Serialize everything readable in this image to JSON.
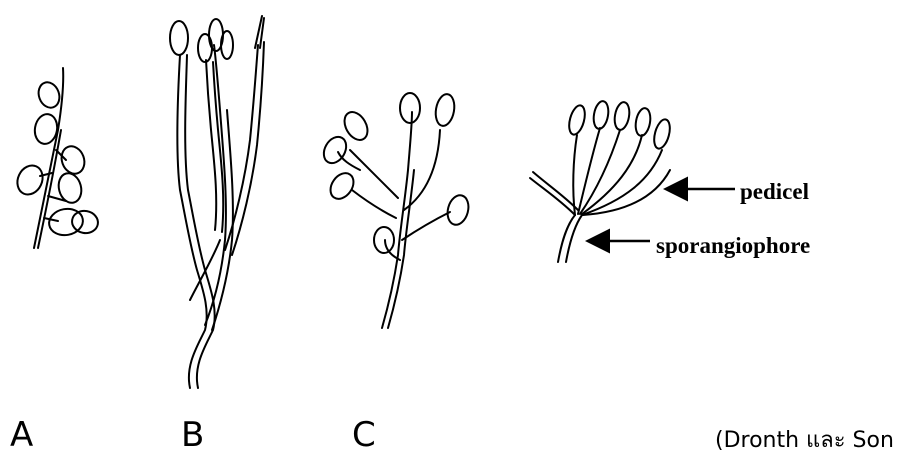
{
  "panels": [
    {
      "letter": "A"
    },
    {
      "letter": "B"
    },
    {
      "letter": "C"
    }
  ],
  "callouts": {
    "pedicel": "pedicel",
    "sporangiophore": "sporangiophore"
  },
  "citation": "(Dronth และ Son"
}
